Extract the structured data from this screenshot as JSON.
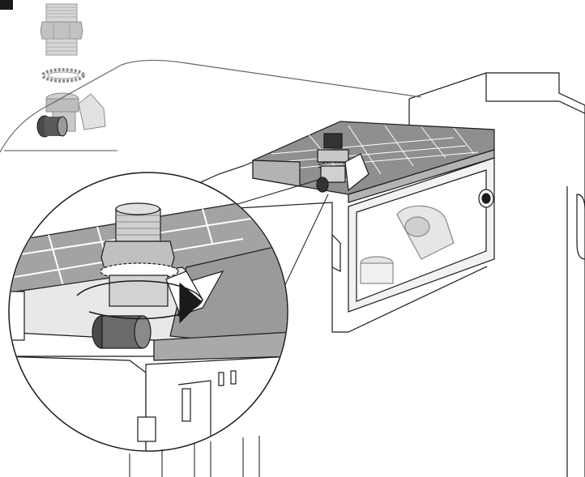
{
  "diagram": {
    "step_badge": "",
    "colors": {
      "ink": "#1a1a1a",
      "light_gray": "#e6e6e6",
      "mid_gray": "#b3b3b3",
      "dark_gray": "#8c8c8c",
      "panel_gray": "#9a9a9a",
      "white": "#ffffff"
    },
    "parts": [
      {
        "name": "threaded-nipple"
      },
      {
        "name": "lock-nut"
      },
      {
        "name": "angle-valve"
      }
    ]
  }
}
